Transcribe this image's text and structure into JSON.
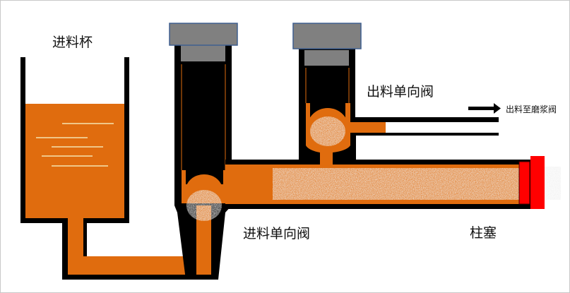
{
  "labels": {
    "feed_cup": "进料杯",
    "outlet_check_valve": "出料单向阀",
    "outlet_to_grinding_valve": "出料至磨浆阀",
    "inlet_check_valve": "进料单向阀",
    "plunger": "柱塞"
  },
  "colors": {
    "slurry": "#E06C0E",
    "body": "#000000",
    "cap": "#808080",
    "cap_border": "#3F5F8F",
    "piston": "#FF0000",
    "ball": "#EEEEEE"
  }
}
